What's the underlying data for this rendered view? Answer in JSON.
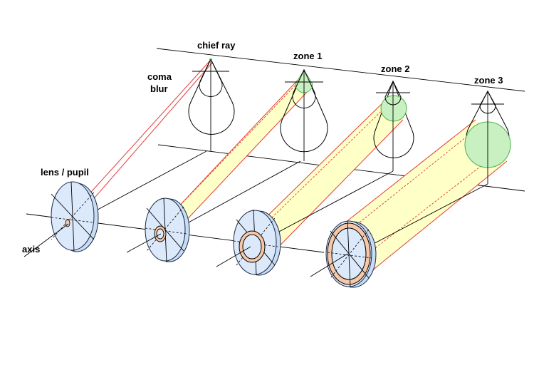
{
  "labels": {
    "chief_ray": "chief ray",
    "zone_1": "zone 1",
    "zone_2": "zone 2",
    "zone_3": "zone 3",
    "coma_line1": "coma",
    "coma_line2": "blur",
    "lens_pupil": "lens / pupil",
    "axis": "axis"
  },
  "colors": {
    "lens_fill": "#dbe9fb",
    "lens_stroke": "#1a2a44",
    "beam_fill": "#ffffc8",
    "ray": "#e53935",
    "zone_fill": "#c8f0c0",
    "zone_stroke": "#4caf50",
    "ring_fill": "#f6c8a8"
  }
}
